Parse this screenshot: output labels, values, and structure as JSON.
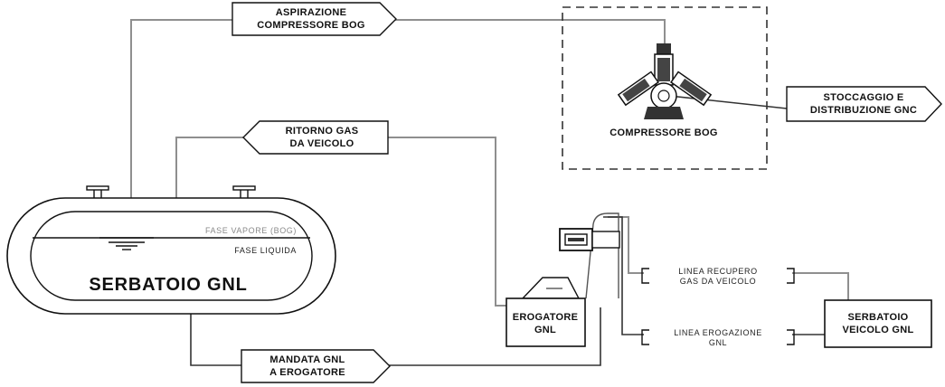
{
  "labels": {
    "aspirazione_l1": "ASPIRAZIONE",
    "aspirazione_l2": "COMPRESSORE BOG",
    "compressore": "COMPRESSORE BOG",
    "stoccaggio_l1": "STOCCAGGIO E",
    "stoccaggio_l2": "DISTRIBUZIONE GNC",
    "ritorno_l1": "RITORNO GAS",
    "ritorno_l2": "DA VEICOLO",
    "fase_vapore": "FASE VAPORE (BOG)",
    "fase_liquida": "FASE LIQUIDA",
    "serbatoio_gnl": "SERBATOIO GNL",
    "mandata_l1": "MANDATA GNL",
    "mandata_l2": "A EROGATORE",
    "erogatore_l1": "EROGATORE",
    "erogatore_l2": "GNL",
    "linea_recupero_l1": "LINEA RECUPERO",
    "linea_recupero_l2": "GAS DA VEICOLO",
    "linea_erogazione_l1": "LINEA EROGAZIONE",
    "linea_erogazione_l2": "GNL",
    "serbatoio_veicolo_l1": "SERBATOIO",
    "serbatoio_veicolo_l2": "VEICOLO GNL"
  },
  "colors": {
    "gas_line": "#8f8f8f",
    "liquid_line": "#333333",
    "outline": "#111111"
  }
}
